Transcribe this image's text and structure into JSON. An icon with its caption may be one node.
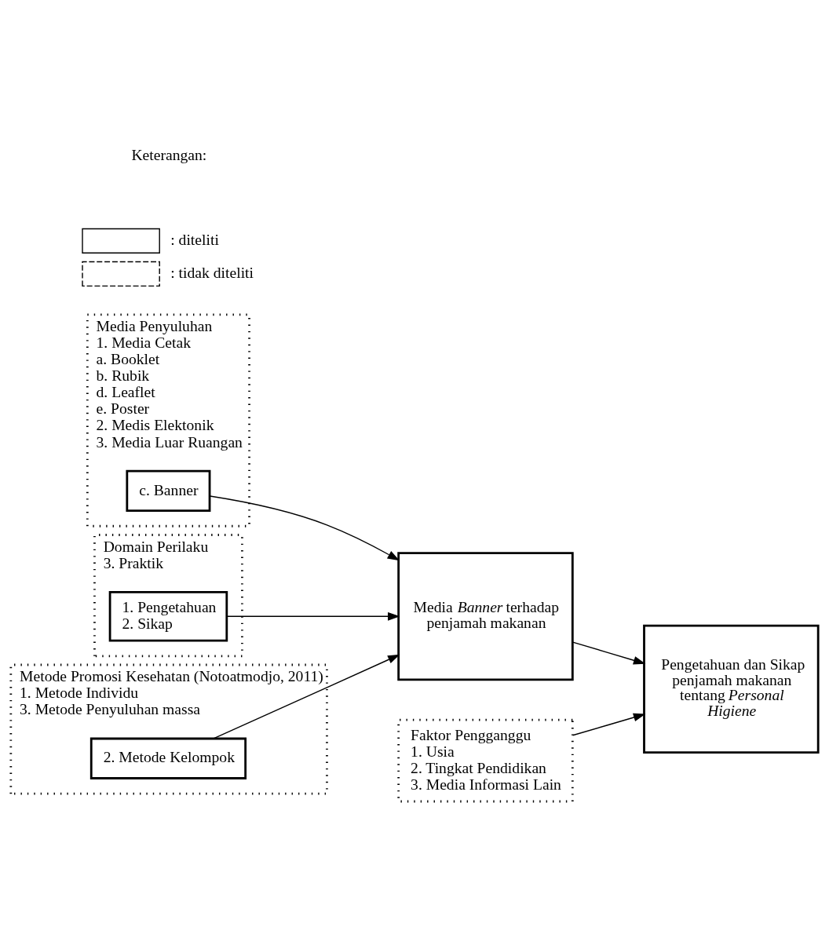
{
  "diagram": {
    "nodes": [
      {
        "text": [
          "Media Penyuluhan",
          "1. Media Cetak",
          "a. Booklet",
          "b. Rubik",
          "d. Leaflet",
          "e. Poster",
          "2. Medis Elektonik",
          "3. Media Luar Ruangan"
        ]
      },
      {
        "text": [
          "c. Banner"
        ],
        "in": 0
      },
      {
        "text": [
          "Domain Perilaku",
          "3. Praktik"
        ]
      },
      {
        "text": [
          "1. Pengetahuan",
          "2. Sikap"
        ],
        "in": 2
      },
      {
        "text": [
          "Metode Promosi Kesehatan (Notoatmodjo, 2011)",
          "1. Metode Individu",
          "3. Metode Penyuluhan massa"
        ]
      },
      {
        "text": [
          "2. Metode Kelompok"
        ],
        "in": 4
      },
      {
        "text": [
          "Faktor Pengganggu",
          "1. Usia",
          "2. Tingkat Pendidikan",
          "3. Media Informasi Lain"
        ]
      },
      {
        "text": [
          "Media *Banner* terhadap penjamah makanan"
        ]
      },
      {
        "text": [
          "Pengetahuan dan Sikap penjamah makanan tentang *Personal Higiene*"
        ]
      }
    ],
    "edges": [
      {
        "from": 1,
        "to": 7,
        "arrow": "to"
      },
      {
        "from": 3,
        "to": 7,
        "arrow": "to"
      },
      {
        "from": 5,
        "to": 7,
        "arrow": "to"
      },
      {
        "from": 6,
        "to": 8,
        "arrow": "to"
      },
      {
        "from": 7,
        "to": 8,
        "arrow": "to"
      }
    ],
    "labels": [
      "Keterangan:"
    ],
    "legend": [
      {
        "text": ": diteliti"
      },
      {
        "text": ": tidak diteliti"
      }
    ]
  }
}
